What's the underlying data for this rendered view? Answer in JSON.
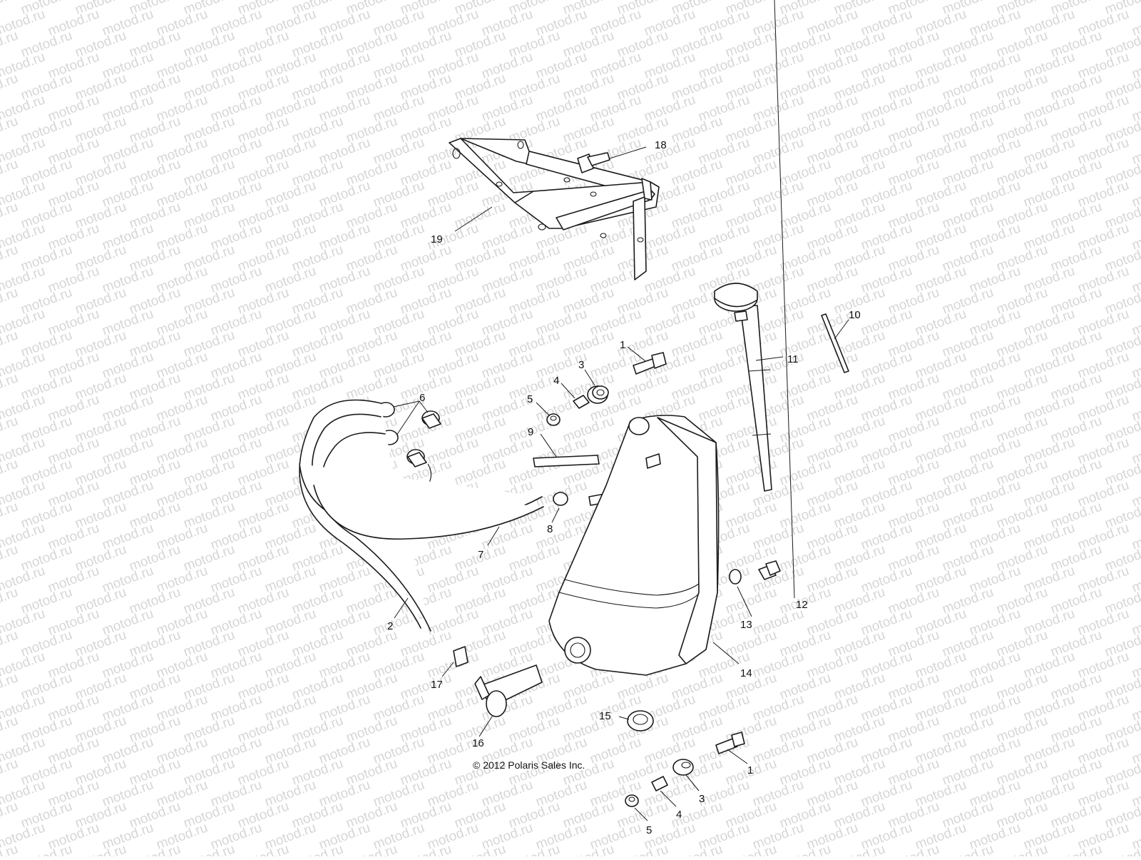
{
  "watermark": {
    "text": "motod.ru",
    "color": "#d6d6d6"
  },
  "copyright": "© 2012 Polaris Sales Inc.",
  "callouts": [
    {
      "id": "c18",
      "label": "18"
    },
    {
      "id": "c19",
      "label": "19"
    },
    {
      "id": "c10",
      "label": "10"
    },
    {
      "id": "c11",
      "label": "11"
    },
    {
      "id": "c1a",
      "label": "1"
    },
    {
      "id": "c3a",
      "label": "3"
    },
    {
      "id": "c4a",
      "label": "4"
    },
    {
      "id": "c5a",
      "label": "5"
    },
    {
      "id": "c6",
      "label": "6"
    },
    {
      "id": "c9",
      "label": "9"
    },
    {
      "id": "c8",
      "label": "8"
    },
    {
      "id": "c7",
      "label": "7"
    },
    {
      "id": "c2",
      "label": "2"
    },
    {
      "id": "c12",
      "label": "12"
    },
    {
      "id": "c13",
      "label": "13"
    },
    {
      "id": "c14",
      "label": "14"
    },
    {
      "id": "c17",
      "label": "17"
    },
    {
      "id": "c16",
      "label": "16"
    },
    {
      "id": "c15",
      "label": "15"
    },
    {
      "id": "c1b",
      "label": "1"
    },
    {
      "id": "c3b",
      "label": "3"
    },
    {
      "id": "c4b",
      "label": "4"
    },
    {
      "id": "c5b",
      "label": "5"
    }
  ]
}
